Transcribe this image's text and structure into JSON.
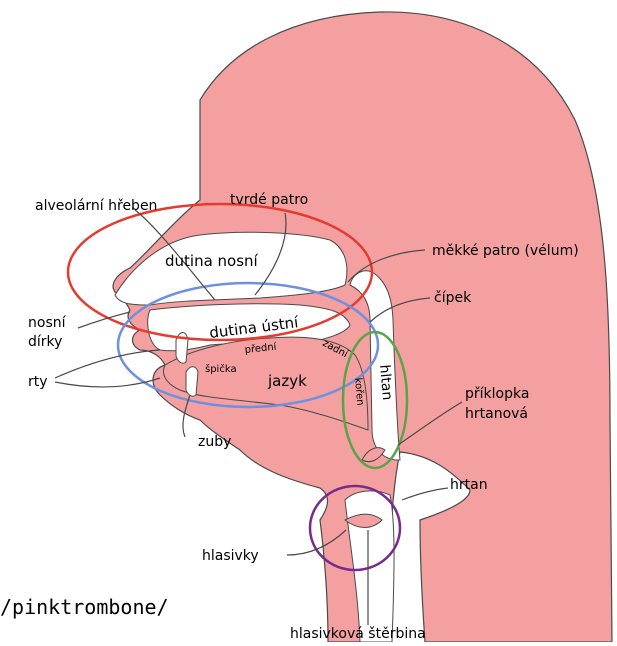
{
  "colors": {
    "tissue": "#f4a0a0",
    "outline": "#4a4a4a",
    "cavity": "#ffffff",
    "nasal_ring": "#e53a2f",
    "oral_ring": "#6f8fe0",
    "pharynx_ring": "#5aa34a",
    "larynx_ring": "#7a2a8c"
  },
  "labels": {
    "alveolar": "alveolární hřeben",
    "hard_palate": "tvrdé patro",
    "nasal_cavity": "dutina nosní",
    "soft_palate": "měkké patro (vélum)",
    "uvula": "čípek",
    "nostrils_1": "nosní",
    "nostrils_2": "dírky",
    "oral_cavity": "dutina ústní",
    "front": "přední",
    "back": "zadní",
    "tip": "špička",
    "tongue": "jazyk",
    "root": "kořen",
    "pharynx": "hltan",
    "lips": "rty",
    "teeth": "zuby",
    "epiglottis_1": "příklopka",
    "epiglottis_2": "hrtanová",
    "larynx": "hrtan",
    "vocal_folds": "hlasivky",
    "glottis": "hlasivková štěrbina"
  },
  "url_text": "/pinktrombone/"
}
